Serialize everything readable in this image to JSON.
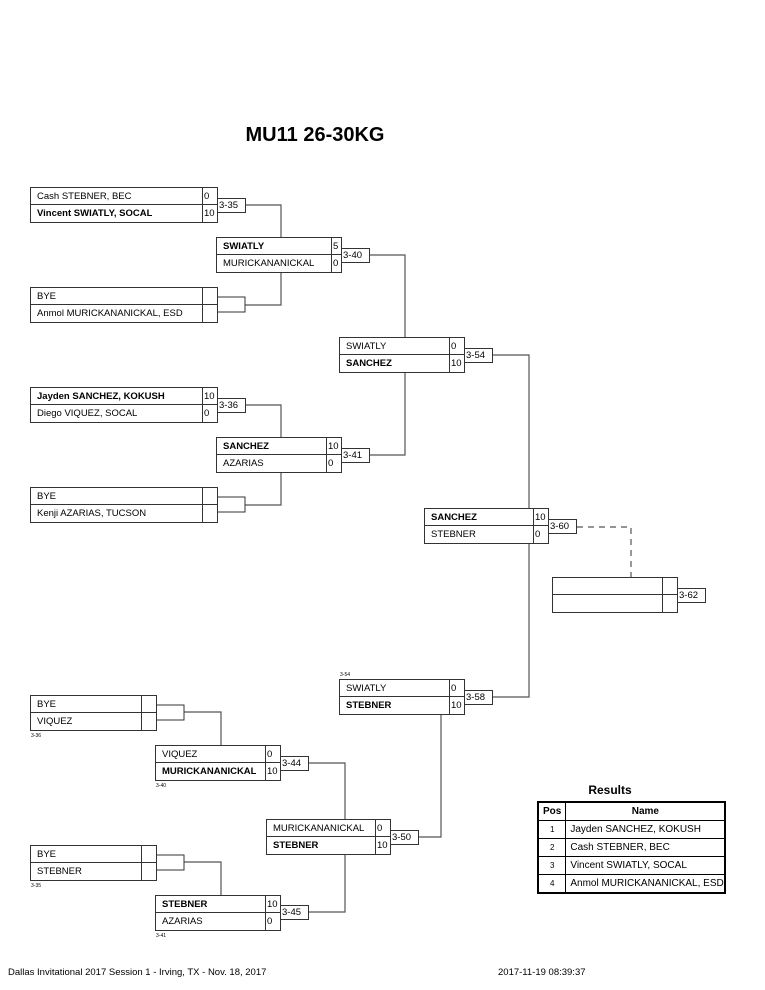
{
  "title": "MU11 26-30KG",
  "matches": {
    "m335": {
      "number": "3-35",
      "top": {
        "name": "Cash STEBNER, BEC",
        "score": "0",
        "winner": false
      },
      "bottom": {
        "name": "Vincent SWIATLY, SOCAL",
        "score": "10",
        "winner": true
      }
    },
    "bye1": {
      "top": {
        "name": "BYE",
        "score": ""
      },
      "bottom": {
        "name": "Anmol MURICKANANICKAL, ESD",
        "score": ""
      }
    },
    "m340": {
      "number": "3-40",
      "top": {
        "name": "SWIATLY",
        "score": "5",
        "winner": true
      },
      "bottom": {
        "name": "MURICKANANICKAL",
        "score": "0",
        "winner": false
      }
    },
    "m336": {
      "number": "3-36",
      "top": {
        "name": "Jayden SANCHEZ, KOKUSH",
        "score": "10",
        "winner": true
      },
      "bottom": {
        "name": "Diego VIQUEZ, SOCAL",
        "score": "0",
        "winner": false
      }
    },
    "bye2": {
      "top": {
        "name": "BYE",
        "score": ""
      },
      "bottom": {
        "name": "Kenji AZARIAS, TUCSON",
        "score": ""
      }
    },
    "m341": {
      "number": "3-41",
      "top": {
        "name": "SANCHEZ",
        "score": "10",
        "winner": true
      },
      "bottom": {
        "name": "AZARIAS",
        "score": "0",
        "winner": false
      }
    },
    "m354": {
      "number": "3-54",
      "top": {
        "name": "SWIATLY",
        "score": "0",
        "winner": false
      },
      "bottom": {
        "name": "SANCHEZ",
        "score": "10",
        "winner": true
      }
    },
    "m360": {
      "number": "3-60",
      "top": {
        "name": "SANCHEZ",
        "score": "10",
        "winner": true
      },
      "bottom": {
        "name": "STEBNER",
        "score": "0",
        "winner": false
      }
    },
    "m362": {
      "number": "3-62",
      "top": {
        "name": "",
        "score": ""
      },
      "bottom": {
        "name": "",
        "score": ""
      }
    },
    "m358": {
      "number": "3-58",
      "source_label": "3-54",
      "top": {
        "name": "SWIATLY",
        "score": "0",
        "winner": false
      },
      "bottom": {
        "name": "STEBNER",
        "score": "10",
        "winner": true
      }
    },
    "bye3": {
      "source_label": "3-36",
      "top": {
        "name": "BYE",
        "score": ""
      },
      "bottom": {
        "name": "VIQUEZ",
        "score": ""
      }
    },
    "m344": {
      "number": "3-44",
      "source_label": "3-40",
      "top": {
        "name": "VIQUEZ",
        "score": "0",
        "winner": false
      },
      "bottom": {
        "name": "MURICKANANICKAL",
        "score": "10",
        "winner": true
      }
    },
    "m350": {
      "number": "3-50",
      "top": {
        "name": "MURICKANANICKAL",
        "score": "0",
        "winner": false
      },
      "bottom": {
        "name": "STEBNER",
        "score": "10",
        "winner": true
      }
    },
    "bye4": {
      "source_label": "3-35",
      "top": {
        "name": "BYE",
        "score": ""
      },
      "bottom": {
        "name": "STEBNER",
        "score": ""
      }
    },
    "m345": {
      "number": "3-45",
      "source_label": "3-41",
      "top": {
        "name": "STEBNER",
        "score": "10",
        "winner": true
      },
      "bottom": {
        "name": "AZARIAS",
        "score": "0",
        "winner": false
      }
    }
  },
  "results": {
    "title": "Results",
    "headers": {
      "pos": "Pos",
      "name": "Name"
    },
    "rows": [
      {
        "pos": "1",
        "name": "Jayden SANCHEZ, KOKUSH"
      },
      {
        "pos": "2",
        "name": "Cash STEBNER, BEC"
      },
      {
        "pos": "3",
        "name": "Vincent SWIATLY, SOCAL"
      },
      {
        "pos": "4",
        "name": "Anmol MURICKANANICKAL, ESD"
      }
    ]
  },
  "footer": {
    "event": "Dallas Invitational 2017 Session 1 - Irving, TX - Nov. 18, 2017",
    "timestamp": "2017-11-19 08:39:37"
  }
}
